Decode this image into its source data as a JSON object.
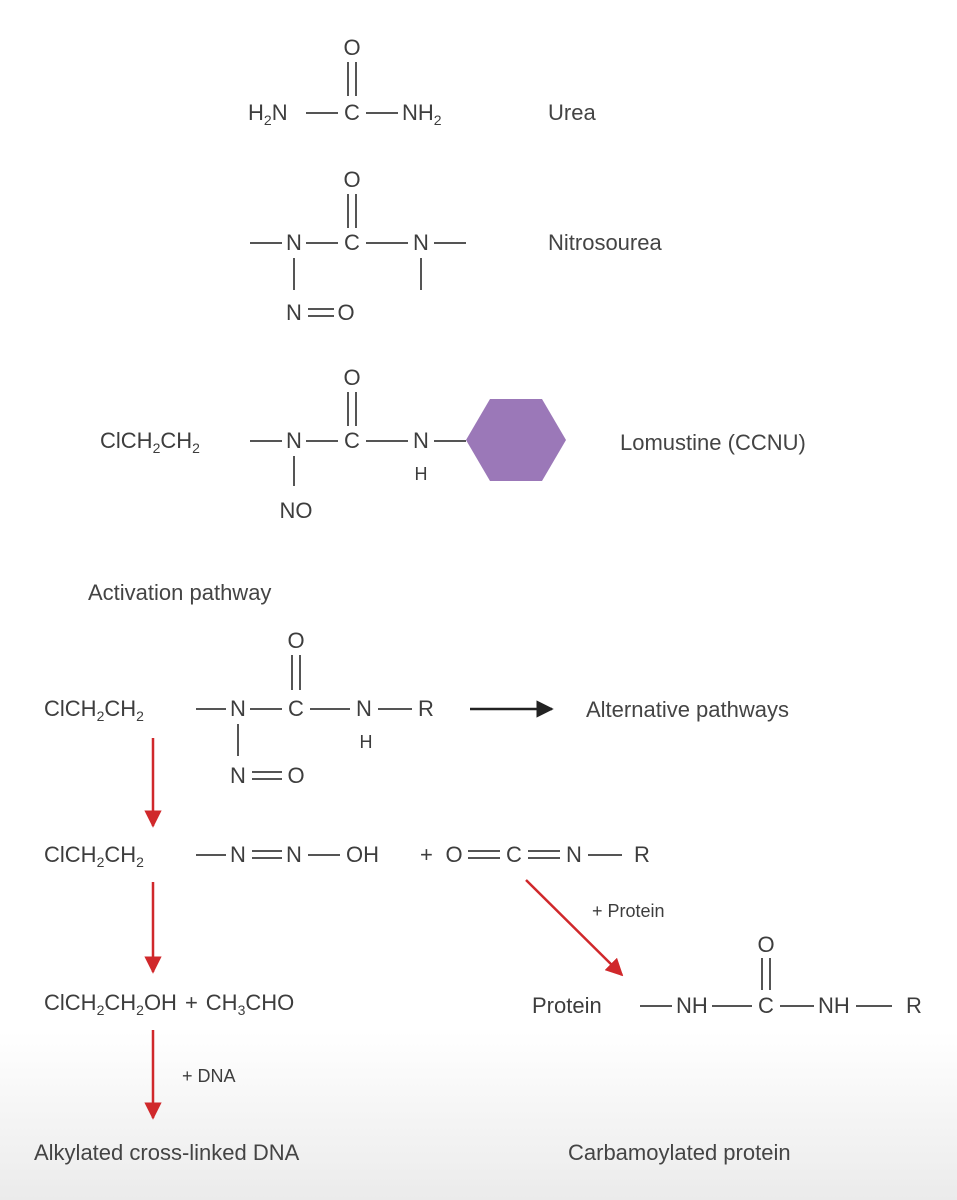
{
  "colors": {
    "hexagon": "#9b78b8",
    "arrow_black": "#222222",
    "arrow_red": "#d0282b",
    "text": "#3d3d3d"
  },
  "structures": {
    "urea": {
      "name": "Urea",
      "o": "O",
      "c": "C",
      "left": "H",
      "left_sub": "2",
      "left_tail": "N",
      "right": "NH",
      "right_sub": "2"
    },
    "nitrosourea": {
      "name": "Nitrosourea",
      "o": "O",
      "c": "C",
      "n1": "N",
      "n2": "N",
      "n3": "N",
      "o2": "O"
    },
    "lomustine": {
      "name": "Lomustine (CCNU)",
      "chain1": "ClCH",
      "sub1": "2",
      "chain2": "CH",
      "sub2": "2",
      "n": "N",
      "c": "C",
      "o": "O",
      "nh_n": "N",
      "nh_h": "H",
      "no": "NO",
      "ring_icon": "cyclohexyl-hexagon"
    }
  },
  "pathway": {
    "heading": "Activation pathway",
    "start": {
      "chain1": "ClCH",
      "sub1": "2",
      "chain2": "CH",
      "sub2": "2",
      "n": "N",
      "c": "C",
      "o": "O",
      "nh_n": "N",
      "nh_h": "H",
      "r": "R",
      "no_n": "N",
      "no_o": "O"
    },
    "alternative": "Alternative pathways",
    "step2": {
      "chain1": "ClCH",
      "sub1": "2",
      "chain2": "CH",
      "sub2": "2",
      "n1": "N",
      "n2": "N",
      "oh": "OH",
      "plus": "+",
      "iso_o": "O",
      "iso_c": "C",
      "iso_n": "N",
      "iso_r": "R"
    },
    "protein_reagent": "+ Protein",
    "step3": {
      "alc1": "ClCH",
      "alc_sub1": "2",
      "alc2": "CH",
      "alc_sub2": "2",
      "alc3": "OH",
      "plus": "+",
      "ald1": "CH",
      "ald_sub": "3",
      "ald2": "CHO"
    },
    "carbamoyl": {
      "protein": "Protein",
      "nh1": "NH",
      "c": "C",
      "o": "O",
      "nh2": "NH",
      "r": "R"
    },
    "dna_reagent": "+ DNA",
    "final_left": "Alkylated cross-linked DNA",
    "final_right": "Carbamoylated protein"
  }
}
